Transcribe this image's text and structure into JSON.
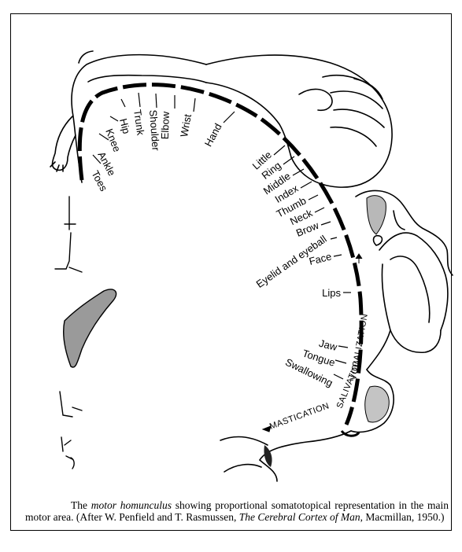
{
  "labels": {
    "toes": "Toes",
    "ankle": "Ankle",
    "knee": "Knee",
    "hip": "Hip",
    "trunk": "Trunk",
    "shoulder": "Shoulder",
    "elbow": "Elbow",
    "wrist": "Wrist",
    "hand": "Hand",
    "little": "Little",
    "ring": "Ring",
    "middle": "Middle",
    "index": "Index",
    "thumb": "Thumb",
    "neck": "Neck",
    "brow": "Brow",
    "eyelid": "Eyelid and eyeball",
    "face": "Face",
    "lips": "Lips",
    "jaw": "Jaw",
    "tongue": "Tongue",
    "swallowing": "Swallowing",
    "vocalization": "VOCALIZATION",
    "salivation": "SALIVATION",
    "mastication": "MASTICATION"
  },
  "caption": {
    "part1": "The ",
    "term": "motor homunculus",
    "part2": " showing proportional somatotopical representation in the main motor area. (After W. Penfield and T. Rasmussen, ",
    "book": "The Cerebral Cortex of Man",
    "part3": ", Macmillan, 1950.)"
  }
}
